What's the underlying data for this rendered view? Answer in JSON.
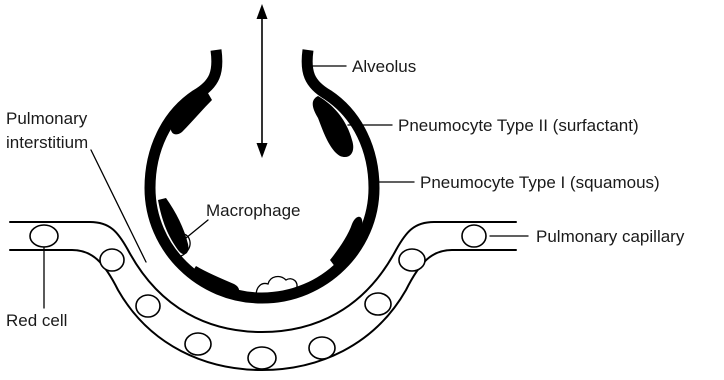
{
  "labels": {
    "alveolus": "Alveolus",
    "pneumocyte_type_2": "Pneumocyte Type II (surfactant)",
    "pneumocyte_type_1": "Pneumocyte Type I (squamous)",
    "pulmonary_interstitium_line1": "Pulmonary",
    "pulmonary_interstitium_line2": "interstitium",
    "macrophage": "Macrophage",
    "pulmonary_capillary": "Pulmonary capillary",
    "red_cell": "Red cell"
  },
  "colors": {
    "ink": "#000000",
    "background": "#ffffff"
  },
  "icons": {
    "airflow": "double-headed-arrow"
  }
}
